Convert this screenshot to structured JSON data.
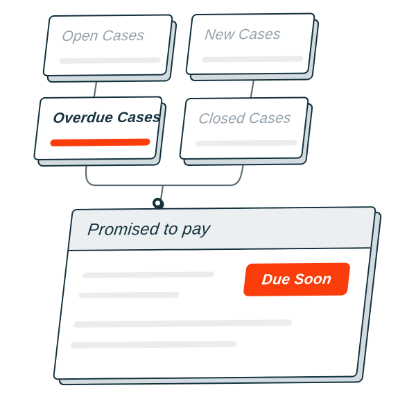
{
  "flow": {
    "cards": [
      {
        "label": "Open Cases",
        "state": "default"
      },
      {
        "label": "New Cases",
        "state": "default"
      },
      {
        "label": "Overdue Cases",
        "state": "selected"
      },
      {
        "label": "Closed Cases",
        "state": "default"
      }
    ],
    "detail": {
      "title": "Promised to pay",
      "badge_label": "Due Soon"
    },
    "colors": {
      "accent": "#fb3d0c",
      "outline": "#14313d",
      "muted_text": "#94a1ab",
      "card_side": "#d2dce0",
      "header_fill": "#eceff1",
      "placeholder_bar": "#ececec",
      "connector_line": "#5b6c78",
      "background": "#ffffff"
    }
  }
}
